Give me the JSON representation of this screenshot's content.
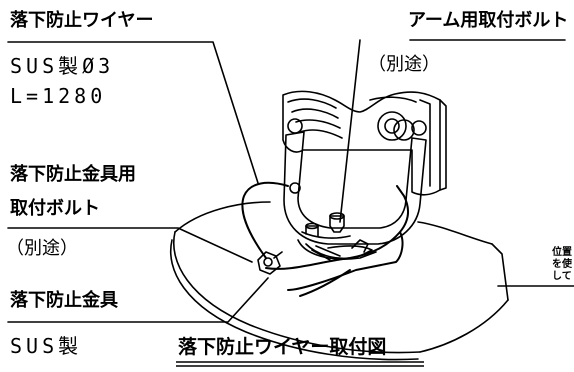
{
  "labels": {
    "wire_name": "落下防止ワイヤー",
    "wire_material": "SUS製Ø3",
    "wire_length": "L=1280",
    "arm_bolt": "アーム用取付ボルト",
    "arm_bolt_note": "（別途）",
    "fitting_bolt_line1": "落下防止金具用",
    "fitting_bolt_line2": "取付ボルト",
    "fitting_bolt_note": "（別途）",
    "fitting": "落下防止金具",
    "fitting_material": "SUS製",
    "caption": "落下防止ワイヤー取付図",
    "side_text_line1": "位置",
    "side_text_line2": "を使",
    "side_text_line3": "して"
  }
}
